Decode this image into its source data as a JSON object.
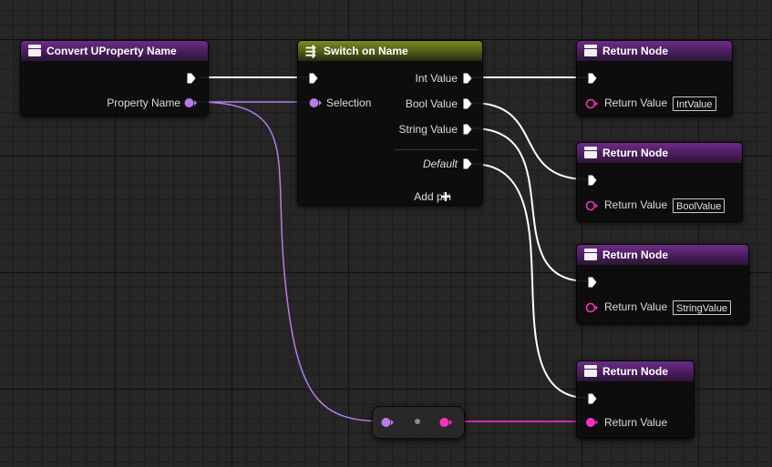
{
  "graph": {
    "nodes": {
      "convert": {
        "title": "Convert UProperty Name",
        "output_pin": "Property Name"
      },
      "switch": {
        "title": "Switch on Name",
        "input_pin": "Selection",
        "outputs": [
          "Int Value",
          "Bool Value",
          "String Value"
        ],
        "default_pin": "Default",
        "add_pin": "Add pin",
        "add_pin_icon": "plus-icon"
      },
      "return_int": {
        "title": "Return Node",
        "pin": "Return Value",
        "value": "IntValue"
      },
      "return_bool": {
        "title": "Return Node",
        "pin": "Return Value",
        "value": "BoolValue"
      },
      "return_string": {
        "title": "Return Node",
        "pin": "Return Value",
        "value": "StringValue"
      },
      "return_default": {
        "title": "Return Node",
        "pin": "Return Value"
      }
    }
  },
  "colors": {
    "function_header": "#6c2d85",
    "switch_header": "#7d8a22",
    "name_pin": "#b57ce8",
    "struct_pin": "#ff2fc2",
    "exec_wire": "#ffffff",
    "grid_bg": "#262626"
  }
}
